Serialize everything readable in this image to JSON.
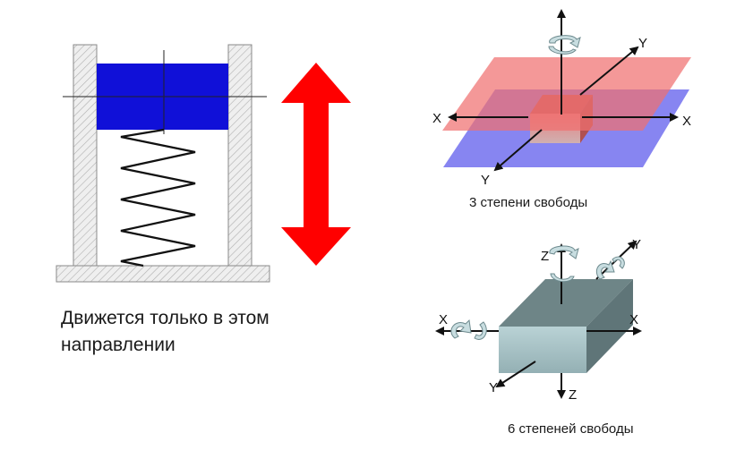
{
  "left_diagram": {
    "caption_line1": "Движется только в этом",
    "caption_line2": "направлении",
    "colors": {
      "mass": "#1010d8",
      "arrow": "#ff0000",
      "frame_hatch": "#9a9a9a",
      "frame_fill": "#eaeaea"
    }
  },
  "planes_diagram": {
    "caption": "3 степени свободы",
    "axis_x_left": "X",
    "axis_x_right": "X",
    "axis_y_top": "Y",
    "axis_y_bottom": "Y",
    "colors": {
      "top_plane": "#f07878",
      "bottom_plane": "#7a78f0",
      "cube": "#e07070"
    }
  },
  "box_diagram": {
    "caption": "6 степеней свободы",
    "axis_x_left": "X",
    "axis_x_right": "X",
    "axis_y_top": "Y",
    "axis_y_bottom": "Y",
    "axis_z_top": "Z",
    "axis_z_bottom": "Z",
    "colors": {
      "box_front": "#a8c4c8",
      "box_top": "#6e8587",
      "box_side": "#5f7578",
      "rotation_arrow": "#c8dde0"
    }
  }
}
